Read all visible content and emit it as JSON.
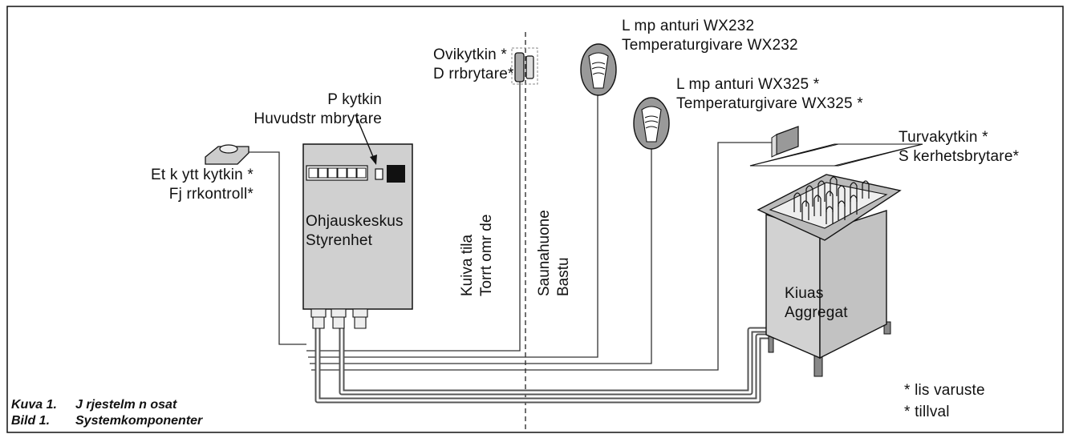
{
  "labels": {
    "door_switch": [
      "Ovikytkin *",
      "D rrbrytare*"
    ],
    "main_switch": [
      "P kytkin",
      "Huvudstr mbrytare"
    ],
    "remote": [
      "Et k ytt kytkin *",
      "Fj rrkontroll*"
    ],
    "control_unit": [
      "Ohjauskeskus",
      "Styrenhet"
    ],
    "sensor_wx232": [
      "L mp anturi WX232",
      "Temperaturgivare WX232"
    ],
    "sensor_wx325": [
      "L mp anturi WX325 *",
      "Temperaturgivare WX325 *"
    ],
    "safety_switch": [
      "Turvakytkin *",
      "S kerhetsbrytare*"
    ],
    "heater": [
      "Kiuas",
      "Aggregat"
    ],
    "dry_area": [
      "Kuiva tila",
      "Torrt omr de"
    ],
    "sauna_room": [
      "Saunahuone",
      "Bastu"
    ],
    "optional": [
      "* lis varuste",
      "* tillval"
    ]
  },
  "caption": {
    "line1_num": "Kuva 1.",
    "line1_text": "J rjestelm n osat",
    "line2_num": "Bild 1.",
    "line2_text": "Systemkomponenter"
  }
}
